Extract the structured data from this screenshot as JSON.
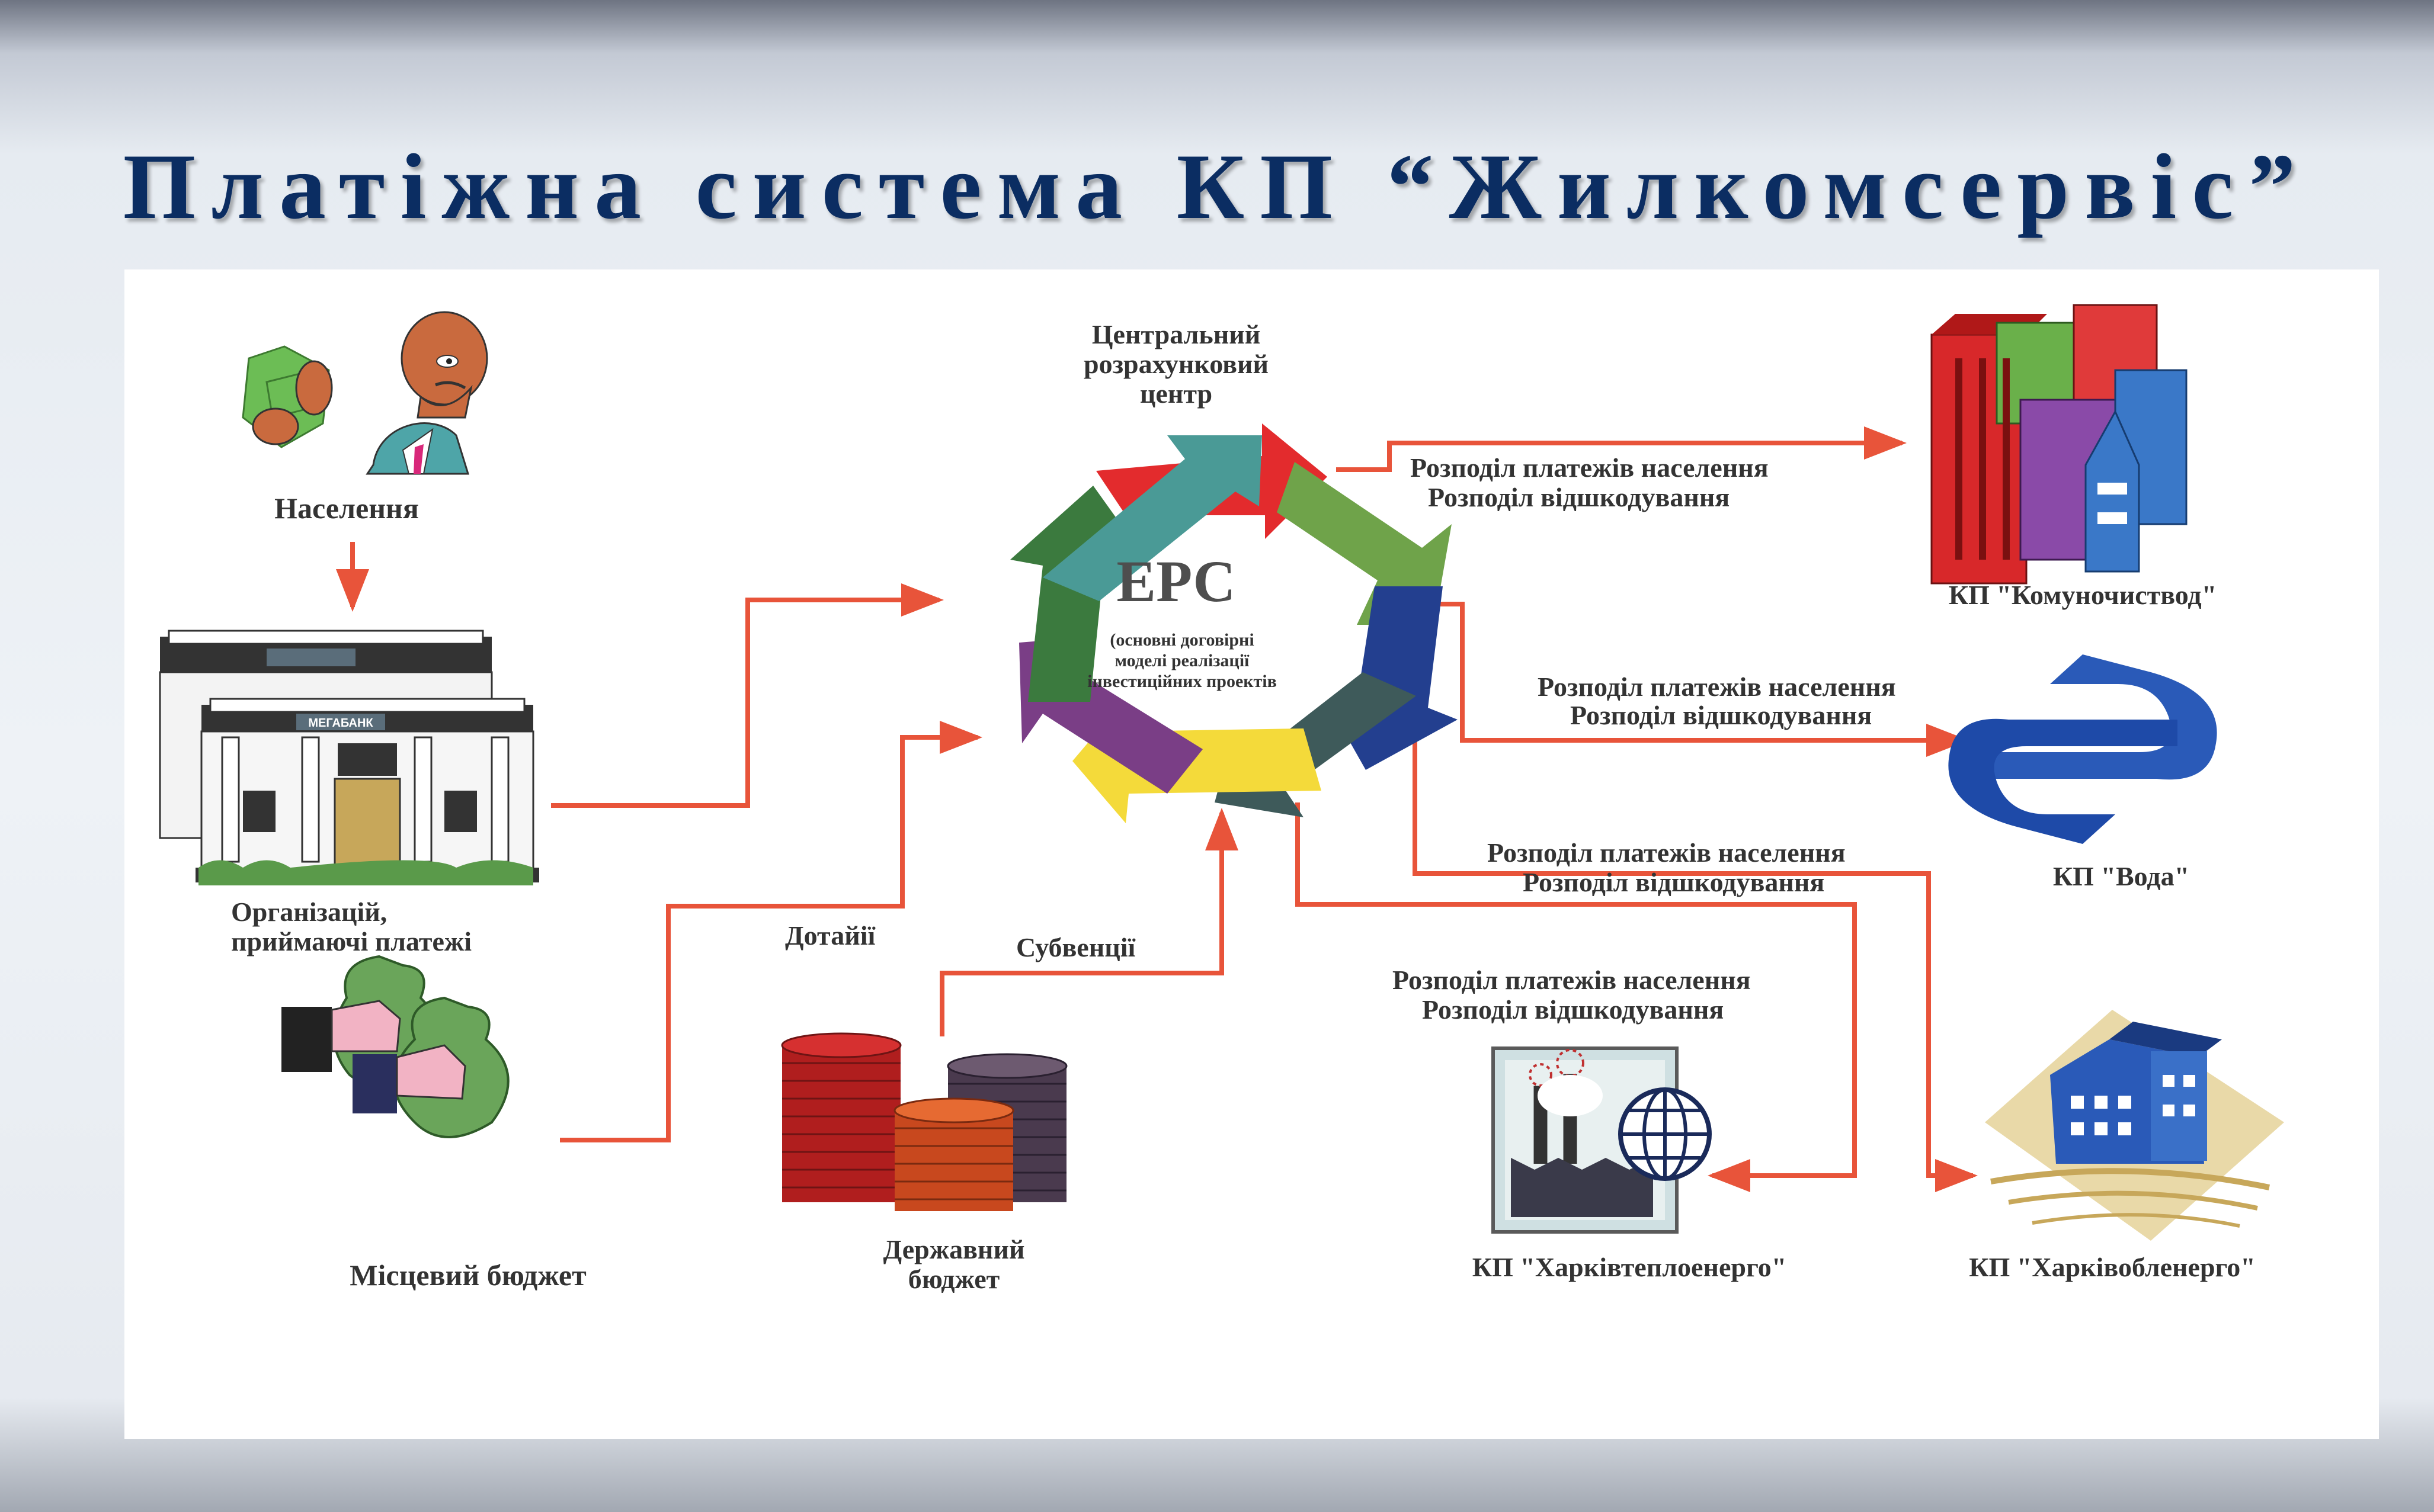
{
  "title": "Платіжна система КП “Жилкомсервіс”",
  "center": {
    "header": [
      "Центральний",
      "розрахунковий",
      "центр"
    ],
    "acronym": "ЕРС",
    "sub": [
      "(основні договірні",
      "моделі реалізації",
      "інвестиційних проектів"
    ]
  },
  "sources": {
    "population": "Населення",
    "organizations": [
      "Організацій,",
      "приймаючі платежі"
    ],
    "local_budget": "Місцевий бюджет",
    "state_budget": [
      "Державний",
      "бюджет"
    ]
  },
  "flows": {
    "subsidies": "Дотайії",
    "subventions": "Субвенції",
    "distribution_line1": "Розподіл платежів населення",
    "distribution_line2": "Розподіл відшкодування"
  },
  "recipients": {
    "komunochystvod": "КП \"Комуночиствод\"",
    "voda": "КП \"Вода\"",
    "teploenergo": "КП \"Харківтеплоенерго\"",
    "oblenergo": "КП \"Харківобленерго\""
  },
  "bank_sign": "МЕГАБАНК",
  "colors": {
    "title": "#0b2d62",
    "arrows": "#e8543a",
    "cycle": [
      "#e32b2d",
      "#6fa34a",
      "#233f8f",
      "#3e5a5a",
      "#f4da3a",
      "#7a3e86",
      "#3b7a3e",
      "#4a9a96"
    ]
  }
}
